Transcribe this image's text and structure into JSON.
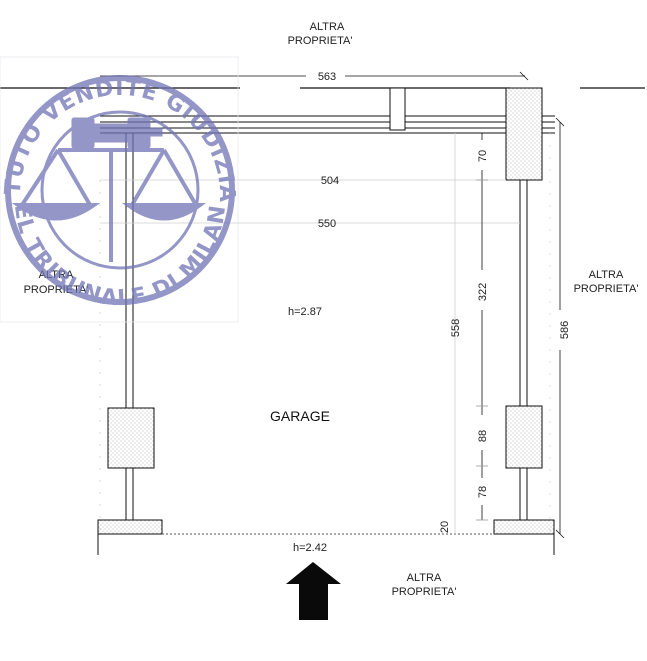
{
  "labels": {
    "top_neighbor": [
      "ALTRA",
      "PROPRIETA'"
    ],
    "left_neighbor": [
      "ALTRA",
      "PROPRIETA'"
    ],
    "right_neighbor": [
      "ALTRA",
      "PROPRIETA'"
    ],
    "bottom_neighbor": [
      "ALTRA",
      "PROPRIETA'"
    ],
    "room_name": "GARAGE",
    "ceiling_height_inner": "h=2.87",
    "ceiling_height_entry": "h=2.42"
  },
  "dimensions": {
    "overall_width": "563",
    "inner_width_1": "504",
    "inner_width_2": "550",
    "right_height": "586",
    "inner_height": "558",
    "seg_70": "70",
    "seg_322": "322",
    "seg_88": "88",
    "seg_78": "78",
    "seg_20": "20"
  },
  "stamp": {
    "text_top": "ISTITUTO VENDITE GIUDIZIARIE",
    "text_bottom": "DEL TRIBUNALE DI MILANO",
    "color": "#6f74b3"
  },
  "icons": {
    "entry_arrow": "arrow-up-icon"
  }
}
